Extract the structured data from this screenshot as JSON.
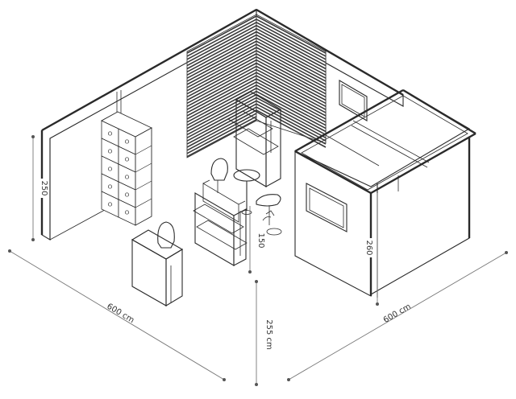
{
  "dimensions": {
    "width_left": "600 cm",
    "width_right": "600 cm",
    "depth_center": "255 cm",
    "wall_height_left": "250",
    "wall_height_right": "260",
    "counter_height": "150"
  },
  "colors": {
    "line": "#2a2a2a",
    "dimension": "#777777",
    "slat_dark": "#3a3a3a",
    "wall_fill": "#ffffff"
  }
}
